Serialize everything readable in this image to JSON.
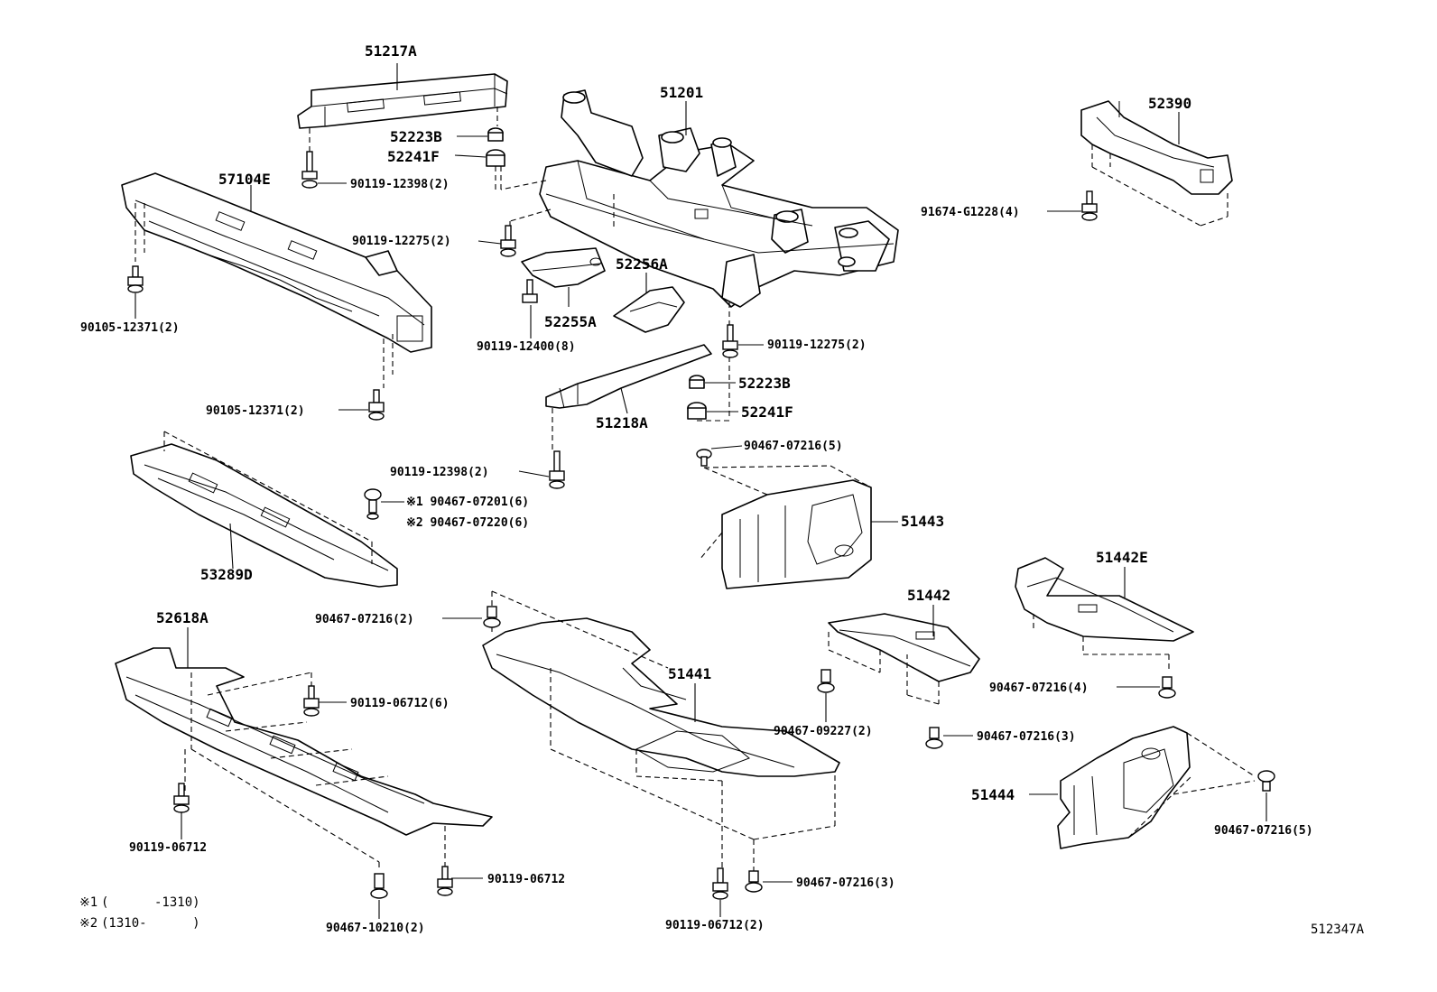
{
  "diagram_id": "512347A",
  "notes": [
    {
      "mark": "※1",
      "text": "(      -1310)"
    },
    {
      "mark": "※2",
      "text": "(1310-      )"
    }
  ],
  "parts": [
    {
      "id": "51217A",
      "label": "51217A"
    },
    {
      "id": "51201",
      "label": "51201"
    },
    {
      "id": "52390",
      "label": "52390"
    },
    {
      "id": "52223B-top",
      "label": "52223B"
    },
    {
      "id": "52241F-top",
      "label": "52241F"
    },
    {
      "id": "57104E",
      "label": "57104E"
    },
    {
      "id": "52256A",
      "label": "52256A"
    },
    {
      "id": "52255A",
      "label": "52255A"
    },
    {
      "id": "52223B-mid",
      "label": "52223B"
    },
    {
      "id": "52241F-mid",
      "label": "52241F"
    },
    {
      "id": "51218A",
      "label": "51218A"
    },
    {
      "id": "51443",
      "label": "51443"
    },
    {
      "id": "53289D",
      "label": "53289D"
    },
    {
      "id": "51442E",
      "label": "51442E"
    },
    {
      "id": "51442",
      "label": "51442"
    },
    {
      "id": "52618A",
      "label": "52618A"
    },
    {
      "id": "51441",
      "label": "51441"
    },
    {
      "id": "51444",
      "label": "51444"
    }
  ],
  "fasteners": [
    {
      "id": "f01",
      "label": "90119-12398(2)"
    },
    {
      "id": "f02",
      "label": "91674-G1228(4)"
    },
    {
      "id": "f03",
      "label": "90119-12275(2)"
    },
    {
      "id": "f04",
      "label": "90105-12371(2)"
    },
    {
      "id": "f05",
      "label": "90119-12400(8)"
    },
    {
      "id": "f06",
      "label": "90119-12275(2)"
    },
    {
      "id": "f07",
      "label": "90105-12371(2)"
    },
    {
      "id": "f08",
      "label": "90467-07216(5)"
    },
    {
      "id": "f09",
      "label": "90119-12398(2)"
    },
    {
      "id": "f10",
      "label": "※1 90467-07201(6)"
    },
    {
      "id": "f11",
      "label": "※2 90467-07220(6)"
    },
    {
      "id": "f12",
      "label": "90467-07216(2)"
    },
    {
      "id": "f13",
      "label": "90119-06712(6)"
    },
    {
      "id": "f14",
      "label": "90467-07216(4)"
    },
    {
      "id": "f15",
      "label": "90467-09227(2)"
    },
    {
      "id": "f16",
      "label": "90467-07216(3)"
    },
    {
      "id": "f17",
      "label": "90119-06712"
    },
    {
      "id": "f18",
      "label": "90467-07216(5)"
    },
    {
      "id": "f19",
      "label": "90119-06712"
    },
    {
      "id": "f20",
      "label": "90467-07216(3)"
    },
    {
      "id": "f21",
      "label": "90467-10210(2)"
    },
    {
      "id": "f22",
      "label": "90119-06712(2)"
    }
  ]
}
